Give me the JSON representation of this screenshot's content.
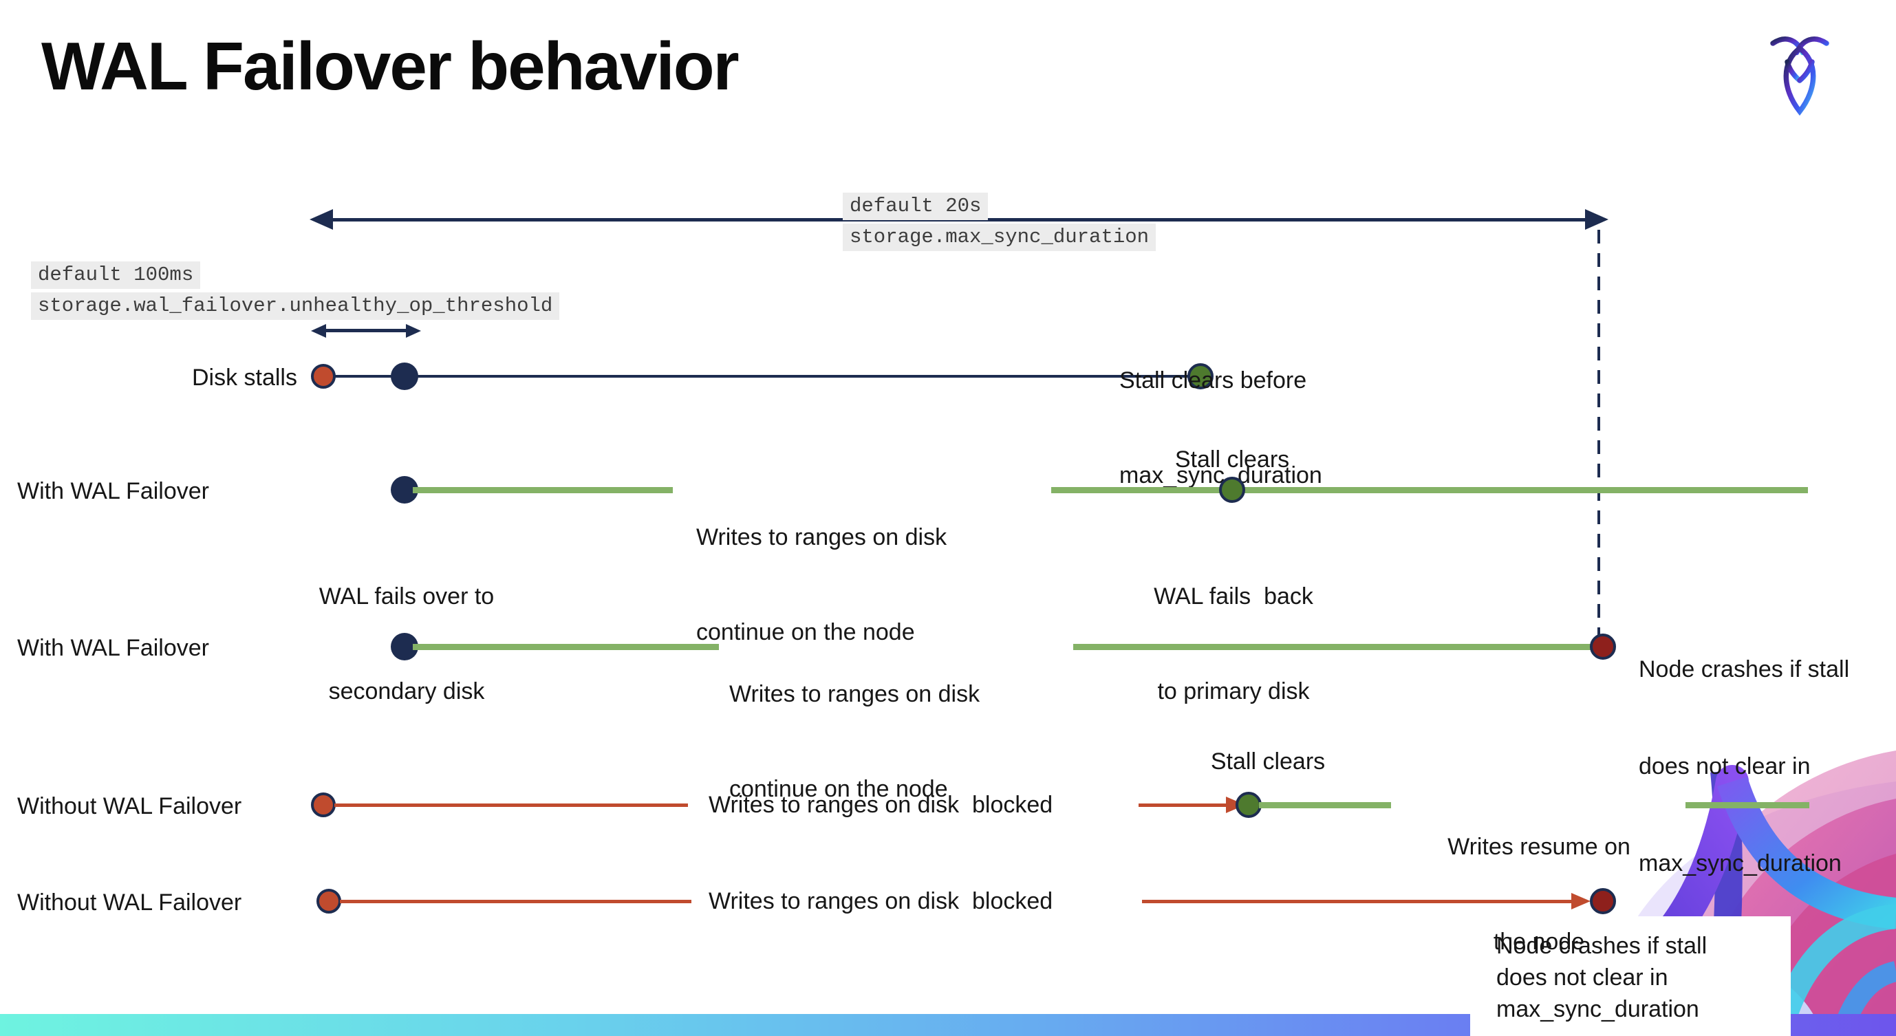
{
  "slide": {
    "title": "WAL Failover behavior"
  },
  "settings_callouts": {
    "max_sync_duration": {
      "default_label": "default 20s",
      "setting_name": "storage.max_sync_duration"
    },
    "unhealthy_op_threshold": {
      "default_label": "default 100ms",
      "setting_name": "storage.wal_failover.unhealthy_op_threshold"
    }
  },
  "timelines": {
    "disk_stalls": {
      "label": "Disk stalls",
      "stall_clears_note": [
        "Stall clears before",
        "max_sync_duration"
      ]
    },
    "with_wal_failover_recovers": {
      "label": "With WAL Failover",
      "failover_note": [
        "WAL fails over to",
        "secondary disk"
      ],
      "writes_note": [
        "Writes to ranges on disk",
        "continue on the node"
      ],
      "stall_clears_note": "Stall clears",
      "failback_note": [
        "WAL fails  back",
        "to primary disk"
      ]
    },
    "with_wal_failover_crashes": {
      "label": "With WAL Failover",
      "writes_note": [
        "Writes to ranges on disk",
        "continue on the node"
      ],
      "crash_note": [
        "Node crashes if stall",
        "does not clear in",
        "max_sync_duration"
      ]
    },
    "without_wal_failover_recovers": {
      "label": "Without WAL Failover",
      "blocked_note": "Writes to ranges on disk  blocked",
      "stall_clears_note": "Stall clears",
      "resume_note": [
        "Writes resume on",
        "the node"
      ]
    },
    "without_wal_failover_crashes": {
      "label": "Without WAL Failover",
      "blocked_note": "Writes to ranges on disk  blocked",
      "crash_note": [
        "Node crashes if stall",
        "does not clear in",
        "max_sync_duration"
      ]
    }
  },
  "colors": {
    "navy": "#1d2c50",
    "stall_red": "#c04b2e",
    "crash_red": "#8e201c",
    "healthy_green_line": "#84b266",
    "healthy_green_dot": "#4e7a2e",
    "code_highlight_bg": "#ececec",
    "footer_gradient": [
      "#6EF3E0",
      "#69D2EC",
      "#67ABF0",
      "#6A83F2",
      "#6D55EC"
    ]
  },
  "icons": {
    "logo": "cockroachdb-logo",
    "brand_art": "cockroach-brand-illustration"
  }
}
